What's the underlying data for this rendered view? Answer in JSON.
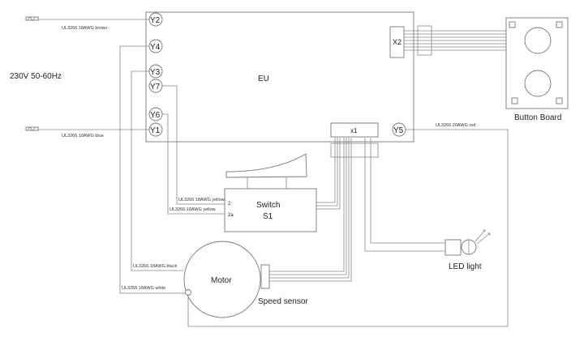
{
  "diagram": {
    "supply_label": "230V 50-60Hz",
    "eu_label": "EU",
    "terminals": [
      "Y2",
      "Y4",
      "Y3",
      "Y7",
      "Y6",
      "Y1",
      "Y5",
      "X2",
      "x1"
    ],
    "wires": {
      "brown": "UL3266 18AWG brown",
      "blue": "UL3266 18AWG blue",
      "red": "UL3266 20AWG red",
      "yellow1": "UL3266 18AWG yellow",
      "yellow2": "UL3266 18AWG yellow",
      "black": "UL3266 18AWG black",
      "white": "UL3266 18AWG white"
    },
    "switch": {
      "line1": "Switch",
      "line2": "S1",
      "pin1": "2",
      "pin2": "2a"
    },
    "components": {
      "motor": "Motor",
      "speed_sensor": "Speed sensor",
      "led": "LED light",
      "button_board": "Button Board"
    }
  }
}
